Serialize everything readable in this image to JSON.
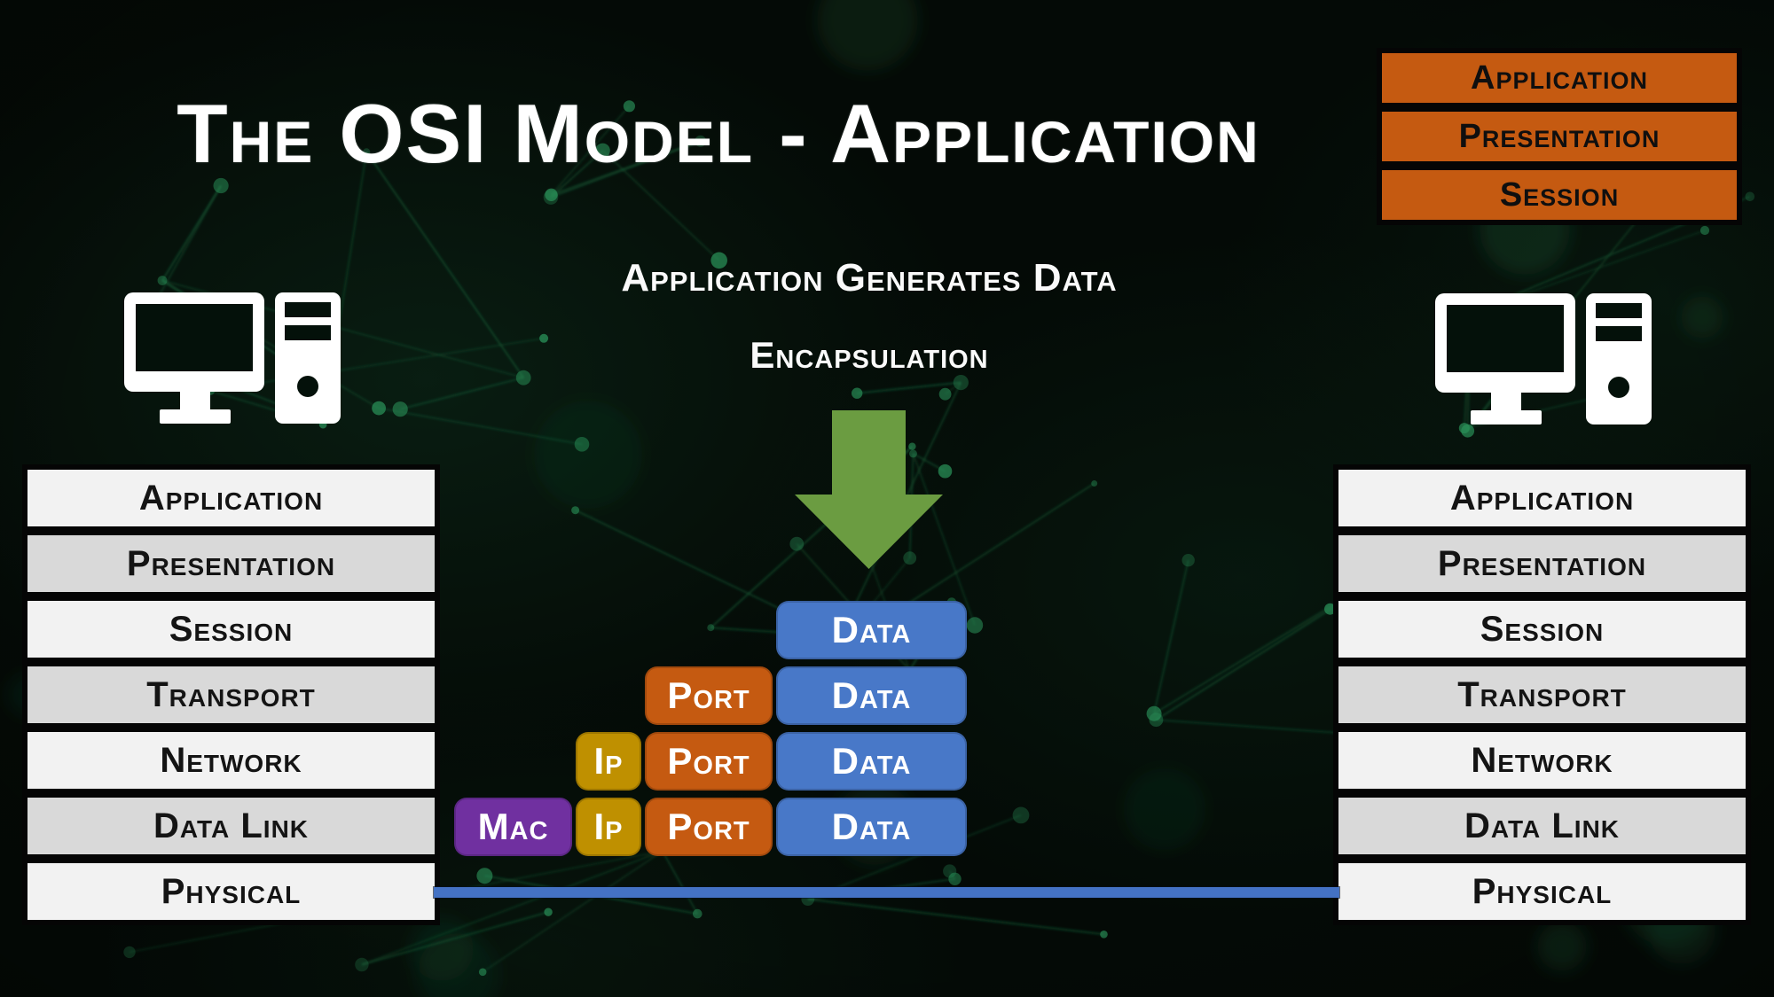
{
  "slide": {
    "title": "The OSI Model - Application",
    "caption_top": "Application Generates Data",
    "caption_bottom": "Encapsulation"
  },
  "upper_layer_panel": {
    "items": [
      {
        "label": "Application"
      },
      {
        "label": "Presentation"
      },
      {
        "label": "Session"
      }
    ]
  },
  "osi_layers": [
    {
      "label": "Application"
    },
    {
      "label": "Presentation"
    },
    {
      "label": "Session"
    },
    {
      "label": "Transport"
    },
    {
      "label": "Network"
    },
    {
      "label": "Data Link"
    },
    {
      "label": "Physical"
    }
  ],
  "encapsulation_stack": {
    "rows": [
      {
        "cells": [
          {
            "kind": "data",
            "label": "Data"
          }
        ]
      },
      {
        "cells": [
          {
            "kind": "port",
            "label": "Port"
          },
          {
            "kind": "data",
            "label": "Data"
          }
        ]
      },
      {
        "cells": [
          {
            "kind": "ip",
            "label": "Ip"
          },
          {
            "kind": "port",
            "label": "Port"
          },
          {
            "kind": "data",
            "label": "Data"
          }
        ]
      },
      {
        "cells": [
          {
            "kind": "mac",
            "label": "Mac"
          },
          {
            "kind": "ip",
            "label": "Ip"
          },
          {
            "kind": "port",
            "label": "Port"
          },
          {
            "kind": "data",
            "label": "Data"
          }
        ]
      }
    ]
  },
  "icons": {
    "down_arrow": "svg-arrow-down",
    "computer": "svg-desktop-computer"
  },
  "colors": {
    "orange": "#C55A11",
    "data_blue": "#4878C8",
    "line_blue": "#4472C4",
    "gold": "#BF9000",
    "purple": "#7030A0",
    "arrow_green": "#6B9C41",
    "layer_light": "#F2F2F2",
    "layer_dark": "#D9D9D9"
  }
}
